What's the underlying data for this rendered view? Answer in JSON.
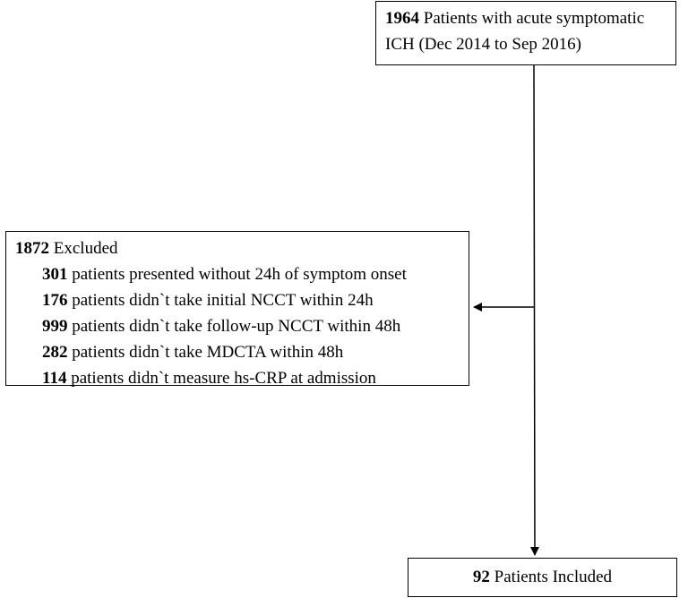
{
  "top_box": {
    "count": "1964",
    "line1_text": " Patients with acute symptomatic",
    "line2_text": "ICH (Dec 2014 to Sep 2016)"
  },
  "excluded_box": {
    "count": "1872",
    "label": " Excluded",
    "reasons": [
      {
        "count": "301",
        "text": " patients presented without 24h of symptom onset"
      },
      {
        "count": "176",
        "text": " patients didn`t take initial NCCT within 24h"
      },
      {
        "count": "999",
        "text": " patients didn`t take follow-up NCCT within 48h"
      },
      {
        "count": "282",
        "text": " patients didn`t take MDCTA within 48h"
      },
      {
        "count": "114",
        "text": " patients didn`t measure hs-CRP at admission"
      }
    ]
  },
  "bottom_box": {
    "count": "92",
    "text": " Patients Included"
  },
  "colors": {
    "stroke": "#000000",
    "background": "#ffffff",
    "text": "#000000"
  }
}
